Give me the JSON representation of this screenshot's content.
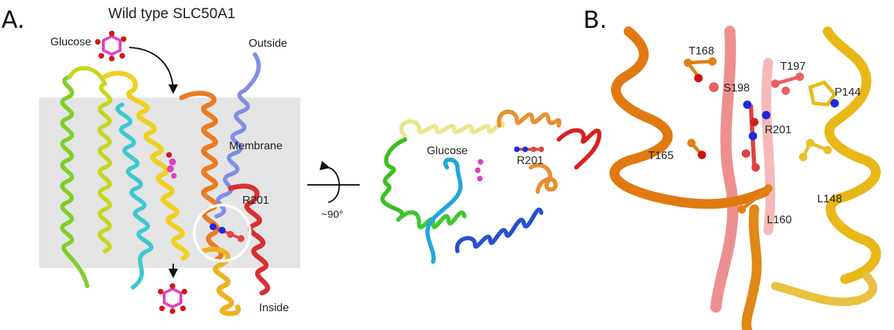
{
  "figure": {
    "panel_a": {
      "letter": "A.",
      "title": "Wild type SLC50A1",
      "labels": {
        "glucose_top": "Glucose",
        "outside": "Outside",
        "membrane": "Membrane",
        "r201": "R201",
        "inside": "Inside",
        "rotation": "~90°",
        "glucose_top_view": "Glucose",
        "r201_top_view": "R201"
      }
    },
    "panel_b": {
      "letter": "B.",
      "labels": {
        "t168": "T168",
        "t197": "T197",
        "s198": "S198",
        "p144": "P144",
        "r201": "R201",
        "t165": "T165",
        "l148": "L148",
        "l160": "L160"
      }
    },
    "colors": {
      "membrane": "#e4e4e4",
      "helix_red": "#d42020",
      "helix_orange": "#e8801a",
      "helix_yellow": "#e6c21e",
      "helix_green": "#4cc21e",
      "helix_cyan": "#40c8d8",
      "helix_blue": "#6a7ee0",
      "carbon": "#e04848",
      "nitrogen": "#1c2ae0",
      "oxygen": "#e01818",
      "glucose": "#e040c0"
    }
  }
}
